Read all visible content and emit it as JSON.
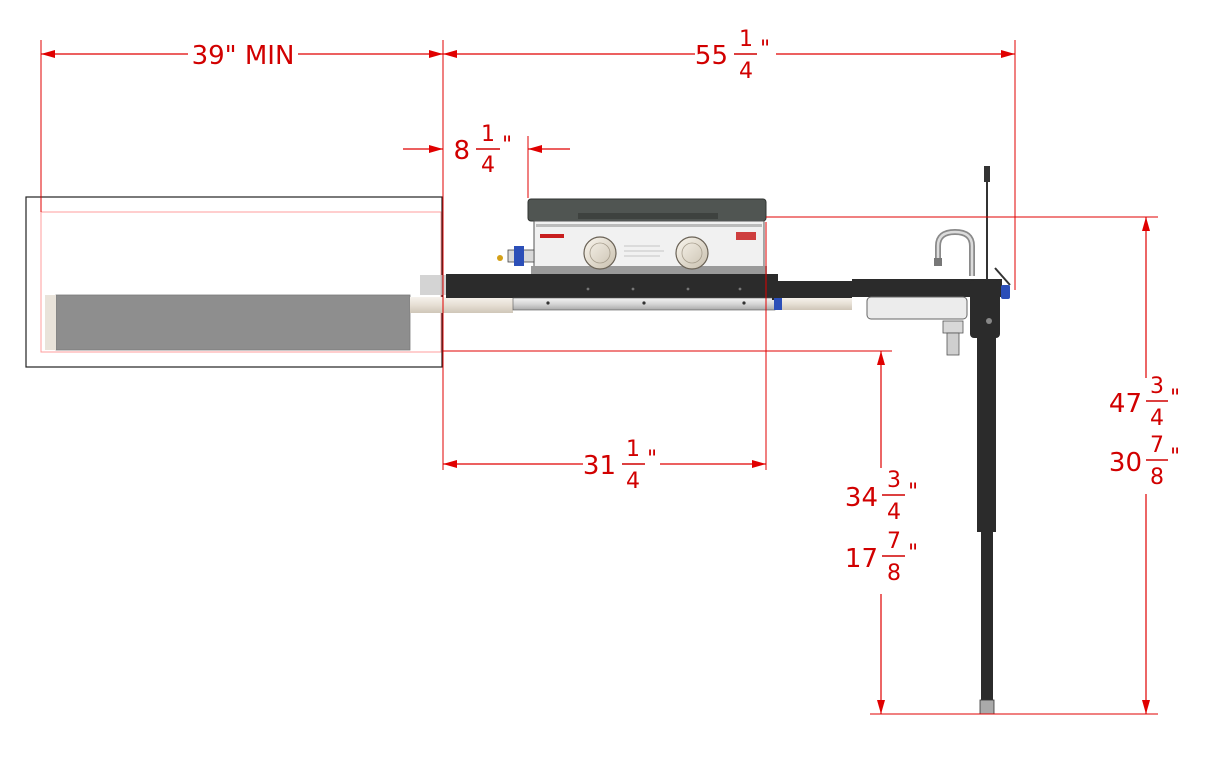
{
  "colors": {
    "dimension": "#d10000",
    "steel_dark": "#2b2b2b",
    "griddle_lid": "#505552",
    "stainless": "#e8e8e8",
    "extension_tray": "#8e8e8e",
    "tube_cream": "#e9e3da",
    "clamp_blue": "#2c4fb8"
  },
  "dimensions": {
    "width_min": {
      "text": "39\" MIN"
    },
    "total_width": {
      "whole": "55",
      "num": "1",
      "den": "4",
      "unit": "\""
    },
    "offset": {
      "whole": "8",
      "num": "1",
      "den": "4",
      "unit": "\""
    },
    "table_width": {
      "whole": "31",
      "num": "1",
      "den": "4",
      "unit": "\""
    },
    "surface_height_max": {
      "whole": "47",
      "num": "3",
      "den": "4",
      "unit": "\""
    },
    "surface_height_min": {
      "whole": "30",
      "num": "7",
      "den": "8",
      "unit": "\""
    },
    "table_height_max": {
      "whole": "34",
      "num": "3",
      "den": "4",
      "unit": "\""
    },
    "table_height_min": {
      "whole": "17",
      "num": "7",
      "den": "8",
      "unit": "\""
    }
  },
  "icons": [
    "griddle-icon",
    "sink-faucet-icon",
    "leg-post-icon",
    "control-knob-icon"
  ]
}
